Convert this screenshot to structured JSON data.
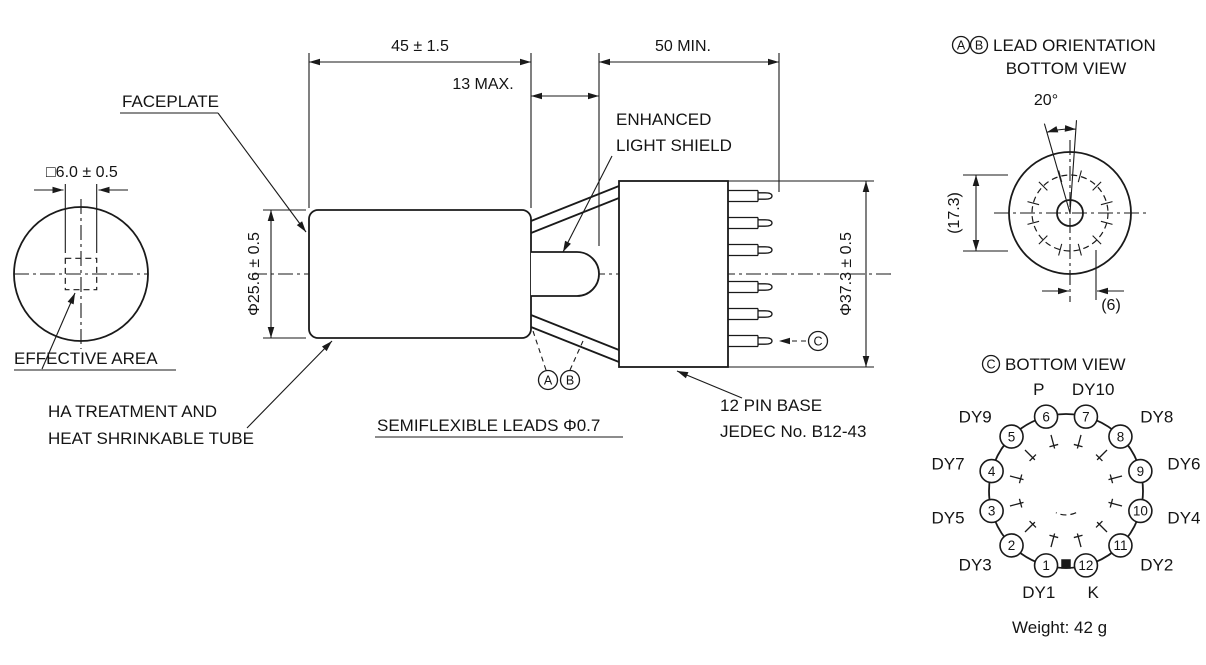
{
  "front_view": {
    "dim_effective_area": "□6.0 ± 0.5",
    "label_effective_area": "EFFECTIVE AREA",
    "label_ha_treatment_line1": "HA TREATMENT AND",
    "label_ha_treatment_line2": "HEAT SHRINKABLE TUBE"
  },
  "side_view": {
    "dim_body_length": "45 ± 1.5",
    "dim_shield_length": "13 MAX.",
    "dim_lead_length": "50 MIN.",
    "dim_body_diameter": "Φ25.6 ± 0.5",
    "dim_base_diameter": "Φ37.3 ± 0.5",
    "label_faceplate": "FACEPLATE",
    "label_light_shield_line1": "ENHANCED",
    "label_light_shield_line2": "LIGHT SHIELD",
    "label_leads": "SEMIFLEXIBLE LEADS Φ0.7",
    "label_base_line1": "12 PIN BASE",
    "label_base_line2": "JEDEC No. B12-43",
    "callout_a": "A",
    "callout_b": "B",
    "callout_c": "C"
  },
  "lead_orientation_view": {
    "callout_a": "A",
    "callout_b": "B",
    "title": "LEAD ORIENTATION",
    "subtitle": "BOTTOM VIEW",
    "dim_angle": "20°",
    "dim_lead_circle": "(17.3)",
    "dim_offset": "(6)"
  },
  "bottom_view": {
    "callout_c": "C",
    "title": "BOTTOM VIEW",
    "pins": [
      {
        "num": "1",
        "label": "DY1"
      },
      {
        "num": "2",
        "label": "DY3"
      },
      {
        "num": "3",
        "label": "DY5"
      },
      {
        "num": "4",
        "label": "DY7"
      },
      {
        "num": "5",
        "label": "DY9"
      },
      {
        "num": "6",
        "label": "P"
      },
      {
        "num": "7",
        "label": "DY10"
      },
      {
        "num": "8",
        "label": "DY8"
      },
      {
        "num": "9",
        "label": "DY6"
      },
      {
        "num": "10",
        "label": "DY4"
      },
      {
        "num": "11",
        "label": "DY2"
      },
      {
        "num": "12",
        "label": "K"
      }
    ]
  },
  "footer": {
    "weight": "Weight: 42 g"
  }
}
